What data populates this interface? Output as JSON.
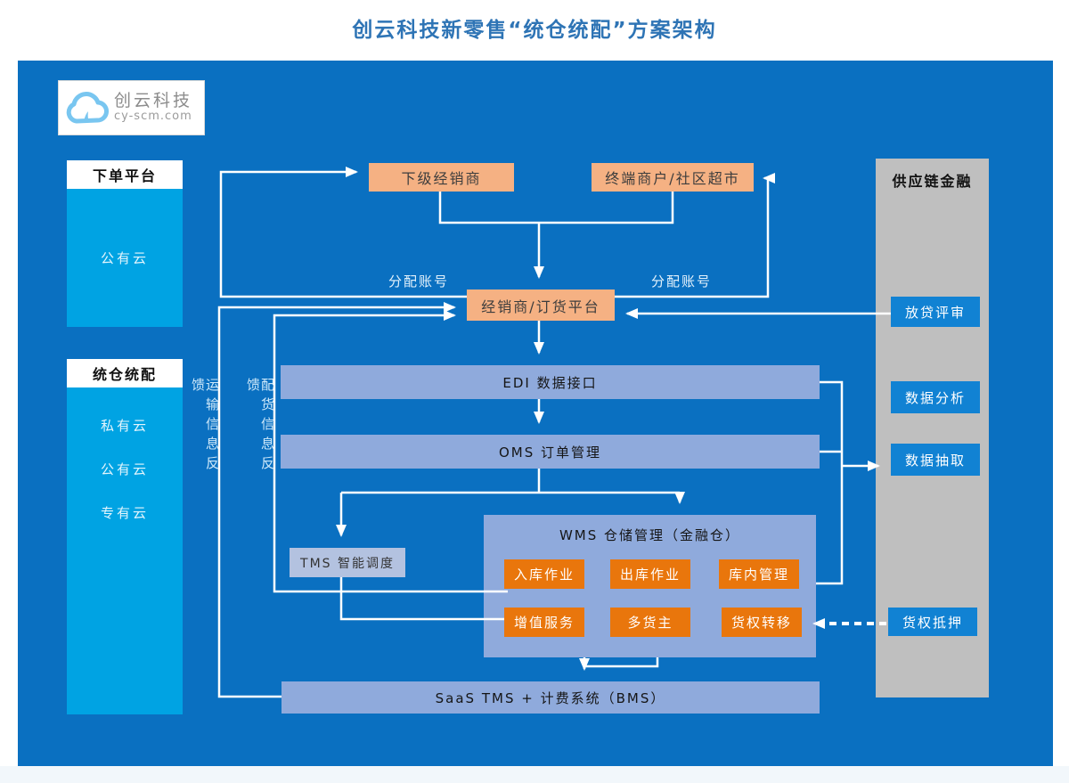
{
  "title": "创云科技新零售“统仓统配”方案架构",
  "logo": {
    "name": "创云科技",
    "domain": "cy-scm.com"
  },
  "left_panels": [
    {
      "header": "下单平台",
      "items": [
        "公有云"
      ]
    },
    {
      "header": "统仓统配",
      "items": [
        "私有云",
        "公有云",
        "专有云"
      ]
    }
  ],
  "feedback": {
    "transport": "运输信息反馈",
    "distribution": "配货信息反馈"
  },
  "flow": {
    "sub_distributor": "下级经销商",
    "terminal": "终端商户/社区超市",
    "platform": "经销商/订货平台",
    "account_left": "分配账号",
    "account_right": "分配账号"
  },
  "bars": {
    "edi": "EDI 数据接口",
    "oms": "OMS 订单管理",
    "saas": "SaaS TMS +  计费系统（BMS）"
  },
  "tms": {
    "label": "TMS 智能调度"
  },
  "wms": {
    "title": "WMS 仓储管理（金融仓）",
    "modules": [
      "入库作业",
      "出库作业",
      "库内管理",
      "增值服务",
      "多货主",
      "货权转移"
    ]
  },
  "finance": {
    "header": "供应链金融",
    "items": [
      "放贷评审",
      "数据分析",
      "数据抽取",
      "货权抵押"
    ]
  },
  "colors": {
    "panel_blue": "#0A70C1",
    "cloud_cyan": "#00A3E3",
    "peach": "#F5B183",
    "bar_periwinkle": "#8FAADC",
    "module_orange": "#E9760C",
    "finance_gray": "#BFBFBF",
    "finance_blue": "#1182D3",
    "title_blue": "#2E74B5"
  }
}
